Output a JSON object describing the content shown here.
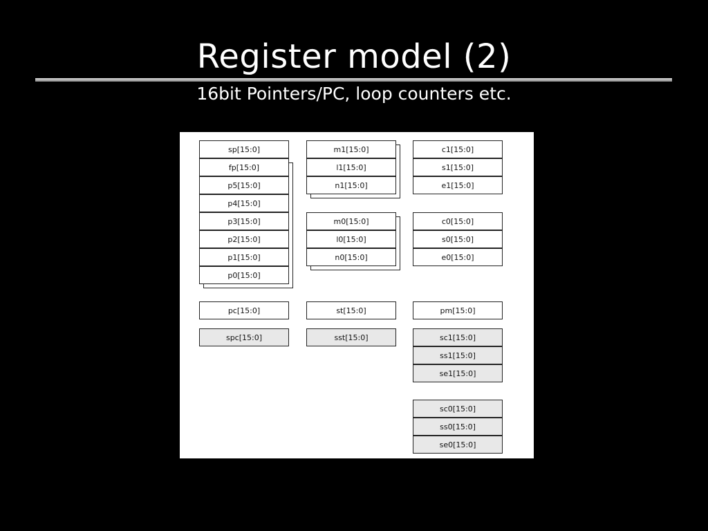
{
  "slide": {
    "title": "Register model (2)",
    "subtitle": "16bit Pointers/PC, loop counters etc."
  },
  "diagram": {
    "pointer_registers": [
      "sp[15:0]",
      "fp[15:0]",
      "p5[15:0]",
      "p4[15:0]",
      "p3[15:0]",
      "p2[15:0]",
      "p1[15:0]",
      "p0[15:0]"
    ],
    "bank1_registers": [
      "m1[15:0]",
      "l1[15:0]",
      "n1[15:0]"
    ],
    "bank0_registers": [
      "m0[15:0]",
      "l0[15:0]",
      "n0[15:0]"
    ],
    "loop1_registers": [
      "c1[15:0]",
      "s1[15:0]",
      "e1[15:0]"
    ],
    "loop0_registers": [
      "c0[15:0]",
      "s0[15:0]",
      "e0[15:0]"
    ],
    "pc": "pc[15:0]",
    "st": "st[15:0]",
    "pm": "pm[15:0]",
    "spc": "spc[15:0]",
    "sst": "sst[15:0]",
    "saved_loop1_registers": [
      "sc1[15:0]",
      "ss1[15:0]",
      "se1[15:0]"
    ],
    "saved_loop0_registers": [
      "sc0[15:0]",
      "ss0[15:0]",
      "se0[15:0]"
    ]
  },
  "colors": {
    "background": "#000000",
    "figure_background": "#ffffff",
    "shaded_register": "#e8e8e8"
  }
}
